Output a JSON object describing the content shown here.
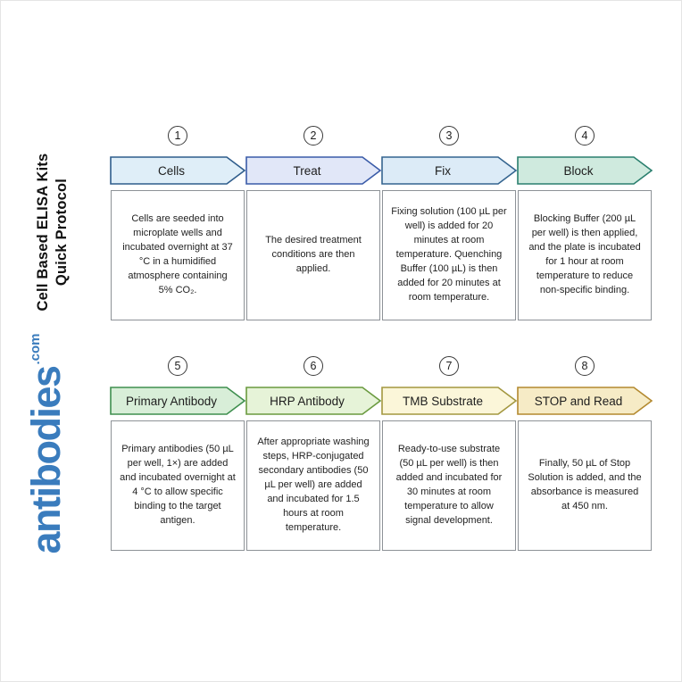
{
  "page": {
    "title_line1": "Cell Based ELISA Kits",
    "title_line2": "Quick Protocol",
    "brand": "antibodies",
    "brand_tld": ".com",
    "brand_color": "#3a7cbd",
    "title_color": "#111111"
  },
  "steps": [
    {
      "number": "1",
      "label": "Cells",
      "fill": "#dfeef8",
      "stroke": "#2f5d8c",
      "description": "Cells are seeded into microplate wells and incubated overnight at 37 °C in a humidified atmosphere containing 5% CO₂."
    },
    {
      "number": "2",
      "label": "Treat",
      "fill": "#e1e7f8",
      "stroke": "#3a5ba8",
      "description": "The desired treatment conditions are then applied."
    },
    {
      "number": "3",
      "label": "Fix",
      "fill": "#dcebf7",
      "stroke": "#34648f",
      "description": "Fixing solution (100 µL per well) is added for 20 minutes at room temperature. Quenching Buffer (100 µL) is then added for 20 minutes at room temperature."
    },
    {
      "number": "4",
      "label": "Block",
      "fill": "#cfeade",
      "stroke": "#2a7f6e",
      "description": "Blocking Buffer (200 µL per well) is then applied, and the plate is incubated for 1 hour at room temperature to reduce non-specific binding."
    },
    {
      "number": "5",
      "label": "Primary Antibody",
      "fill": "#d8eed8",
      "stroke": "#3f8f4f",
      "description": "Primary antibodies (50 µL per well, 1×) are added and incubated overnight at 4 °C to allow specific binding to the target antigen."
    },
    {
      "number": "6",
      "label": "HRP Antibody",
      "fill": "#e6f3d8",
      "stroke": "#6a9a3f",
      "description": "After appropriate washing steps, HRP-conjugated secondary antibodies (50 µL per well) are added and incubated for 1.5 hours at room temperature."
    },
    {
      "number": "7",
      "label": "TMB Substrate",
      "fill": "#fbf6d9",
      "stroke": "#a3973f",
      "description": "Ready-to-use substrate (50 µL per well) is then added and incubated for 30 minutes at room temperature to allow signal development."
    },
    {
      "number": "8",
      "label": "STOP and Read",
      "fill": "#f6ebc6",
      "stroke": "#b3892f",
      "description": "Finally, 50 µL of Stop Solution is added, and the absorbance is measured at 450 nm."
    }
  ]
}
